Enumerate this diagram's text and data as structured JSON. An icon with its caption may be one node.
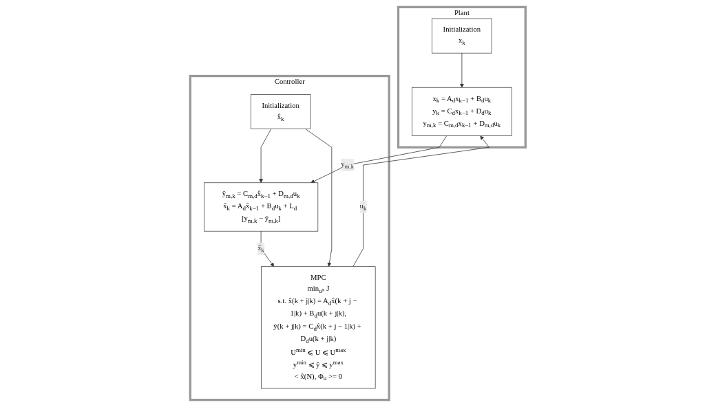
{
  "diagram": {
    "nodes": [
      {
        "text": [
          "Plant"
        ]
      },
      {
        "text": [
          "x$_{k}$ = A$_{d}$x$_{k−1}$ + B$_{d}$u$_{k}$",
          "y$_{k}$ = C$_{d}$x$_{k−1}$ + D$_{d}$u$_{k}$",
          "y$_{m,k}$ = C$_{m,d}$x$_{k−1}$ + D$_{m,d}$u$_{k}$"
        ],
        "in": 0
      },
      {
        "text": [
          "Initialization",
          "x$_{k}$"
        ],
        "in": 0
      },
      {
        "text": [
          "Controller"
        ]
      },
      {
        "text": [
          "MPC",
          "min$_{uᴺ}$ J",
          "s.t. x̂(k + j|k) = A$_{d}$x̂(k + j − 1|k) + B$_{d}$u(k + j|k),",
          "ŷ(k + j|k) = C$_{d}$x̂(k + j − 1|k) + D$_{d}$u(k + j|k)",
          "U$^{min}$ ⩽ U ⩽ U$^{max}$",
          "y$^{min}$ ⩽ ŷ ⩽ y$^{max}$",
          "< x̂(N), Φ$_{u}$ >= 0"
        ],
        "in": 3
      },
      {
        "text": [
          "ŷ$_{m,k}$ = C$_{m,d}$x̂$_{k−1}$ + D$_{m,d}$u$_{k}$",
          "x̂$_{k}$ = A$_{d}$x̂$_{k−1}$ + B$_{d}$u$_{k}$ + L$_{d}$ [y$_{m,k}$ − ŷ$_{m,k}$]"
        ],
        "in": 3
      },
      {
        "text": [
          "Initialization",
          "x̂$_{k}$"
        ],
        "in": 3
      }
    ],
    "edges": [
      {
        "from": 4,
        "to": 1,
        "arrow": "to",
        "label": "u$_{k}$"
      },
      {
        "from": 2,
        "to": 1,
        "arrow": "to"
      },
      {
        "from": 1,
        "to": 5,
        "arrow": "to",
        "label": "y$_{m,k}$"
      },
      {
        "from": 5,
        "to": 4,
        "arrow": "to",
        "label": "x̂$_{k}$"
      },
      {
        "from": 6,
        "to": 5,
        "arrow": "to"
      },
      {
        "from": 6,
        "to": 4,
        "arrow": "to"
      }
    ]
  }
}
